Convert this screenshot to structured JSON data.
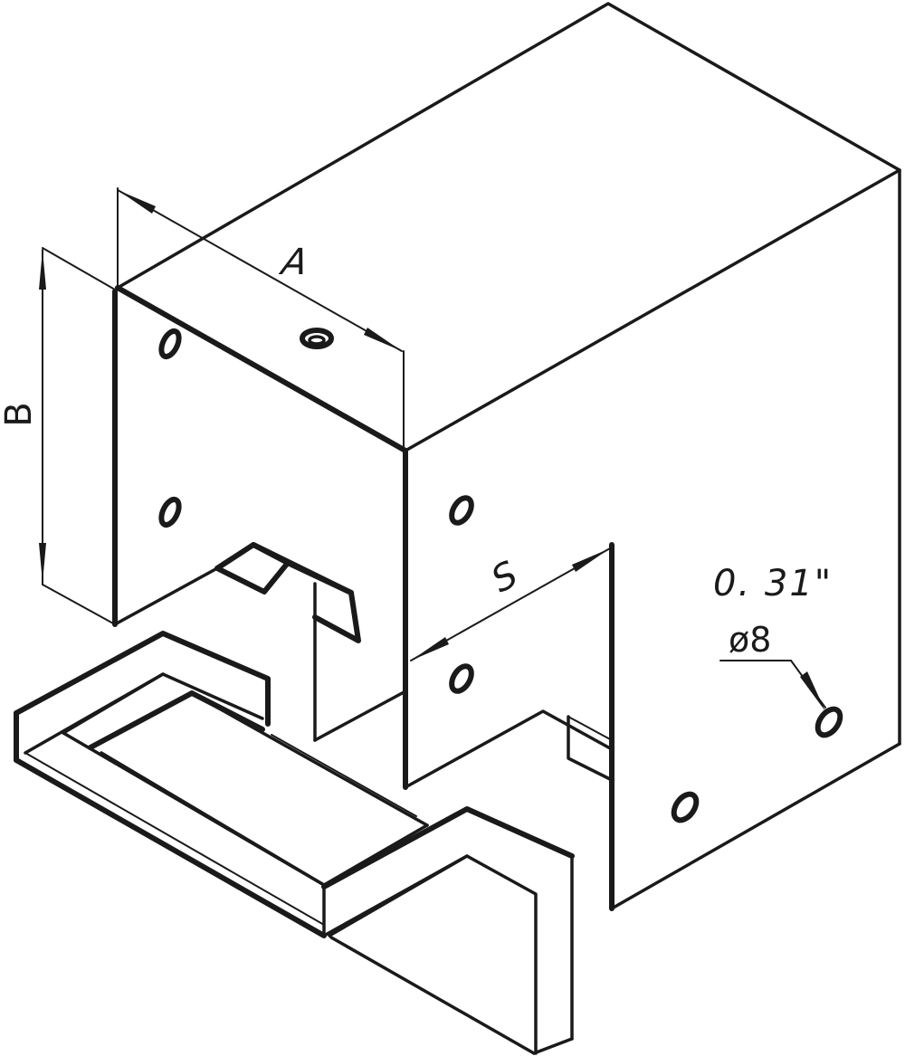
{
  "drawing": {
    "type": "isometric technical drawing",
    "subject": "box housing with separated bracket parts and mounting holes",
    "line_color": "#1a1a1a",
    "background": "#ffffff"
  },
  "dimensions": {
    "a_label": "A",
    "b_label": "B",
    "s_label": "S"
  },
  "hole_callout": {
    "inch_value": "0. 31\"",
    "diameter_value": "ø8"
  }
}
